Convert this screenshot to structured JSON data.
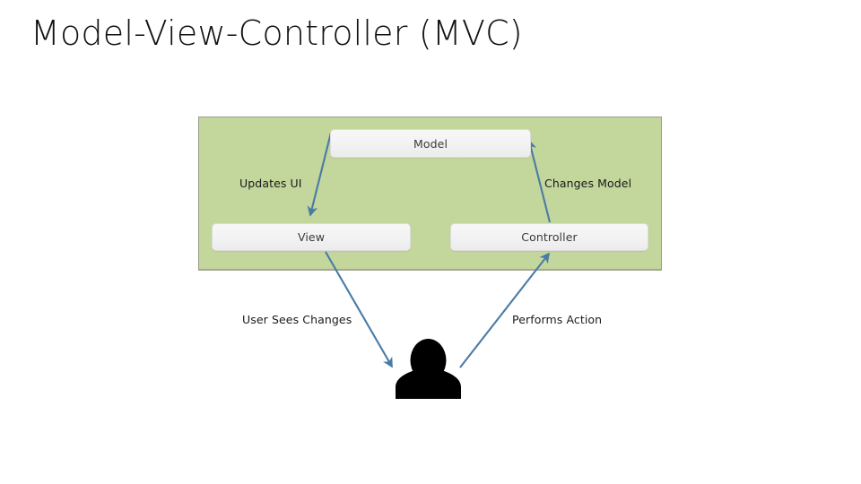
{
  "slide": {
    "title": "Model-View-Controller (MVC)"
  },
  "diagram": {
    "panel": {
      "name": "mvc-backdrop-panel",
      "fill_color": "#c3d69b",
      "border_color": "#9a9a8e"
    },
    "boxes": [
      {
        "id": "model",
        "label": "Model",
        "fill_color": "#f2f2f2",
        "text_color": "#3b3b3b"
      },
      {
        "id": "view",
        "label": "View",
        "fill_color": "#f2f2f2",
        "text_color": "#3b3b3b"
      },
      {
        "id": "controller",
        "label": "Controller",
        "fill_color": "#f2f2f2",
        "text_color": "#3b3b3b"
      }
    ],
    "flows": [
      {
        "id": "updates-ui",
        "label": "Updates UI",
        "from": "Model",
        "to": "View",
        "color": "#4a7ba7"
      },
      {
        "id": "changes-model",
        "label": "Changes Model",
        "from": "Controller",
        "to": "Model",
        "color": "#4a7ba7"
      },
      {
        "id": "user-sees",
        "label": "User Sees Changes",
        "from": "View",
        "to": "User",
        "color": "#4a7ba7"
      },
      {
        "id": "performs",
        "label": "Performs Action",
        "from": "User",
        "to": "Controller",
        "color": "#4a7ba7"
      }
    ],
    "actor": {
      "id": "user",
      "icon": "person-silhouette-icon",
      "color": "#000000"
    },
    "arrow_color": "#4a7ba7"
  }
}
